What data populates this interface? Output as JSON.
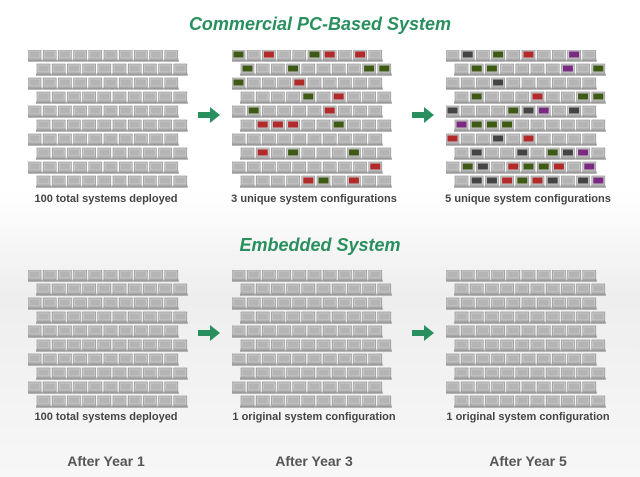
{
  "sections": [
    {
      "title": "Commercial PC-Based System",
      "panels": [
        {
          "caption": "100 total systems deployed",
          "unique_configurations": 1,
          "config_colors": []
        },
        {
          "caption": "3 unique system configurations",
          "unique_configurations": 3,
          "config_colors": [
            "#3f5a14",
            "#b22a2a"
          ]
        },
        {
          "caption": "5 unique system configurations",
          "unique_configurations": 5,
          "config_colors": [
            "#3f5a14",
            "#b22a2a",
            "#7a2a80",
            "#444444"
          ]
        }
      ]
    },
    {
      "title": "Embedded System",
      "panels": [
        {
          "caption": "100 total systems deployed",
          "unique_configurations": 1,
          "config_colors": []
        },
        {
          "caption": "1 original system configuration",
          "unique_configurations": 1,
          "config_colors": []
        },
        {
          "caption": "1 original system configuration",
          "unique_configurations": 1,
          "config_colors": []
        }
      ]
    }
  ],
  "timeline": [
    "After Year 1",
    "After Year 3",
    "After Year 5"
  ],
  "colors": {
    "title": "#2a8f5e",
    "arrow": "#2a8f5e",
    "default_screen": "#b4b4b4",
    "bezel": "#c8c8c8"
  }
}
